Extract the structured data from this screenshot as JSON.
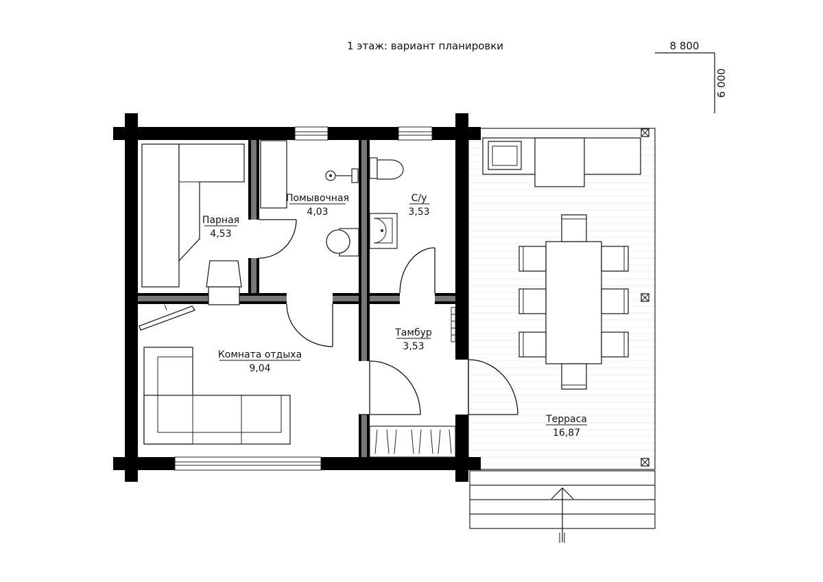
{
  "title": "1 этаж: вариант планировки",
  "dimensions": {
    "width": "8 800",
    "depth": "6 000"
  },
  "rooms": [
    {
      "id": "parnaya",
      "name": "Парная",
      "area": "4,53"
    },
    {
      "id": "pomyvochnaya",
      "name": "Помывочная",
      "area": "4,03"
    },
    {
      "id": "su",
      "name": "С/у",
      "area": "3,53"
    },
    {
      "id": "tambur",
      "name": "Тамбур",
      "area": "3,53"
    },
    {
      "id": "komnata",
      "name": "Комната отдыха",
      "area": "9,04"
    },
    {
      "id": "terrasa",
      "name": "Терраса",
      "area": "16,87"
    }
  ],
  "colors": {
    "walls": "#000000",
    "partitions": "#3a3a3a",
    "furniture": "#ffffff",
    "lines": "#222222"
  }
}
